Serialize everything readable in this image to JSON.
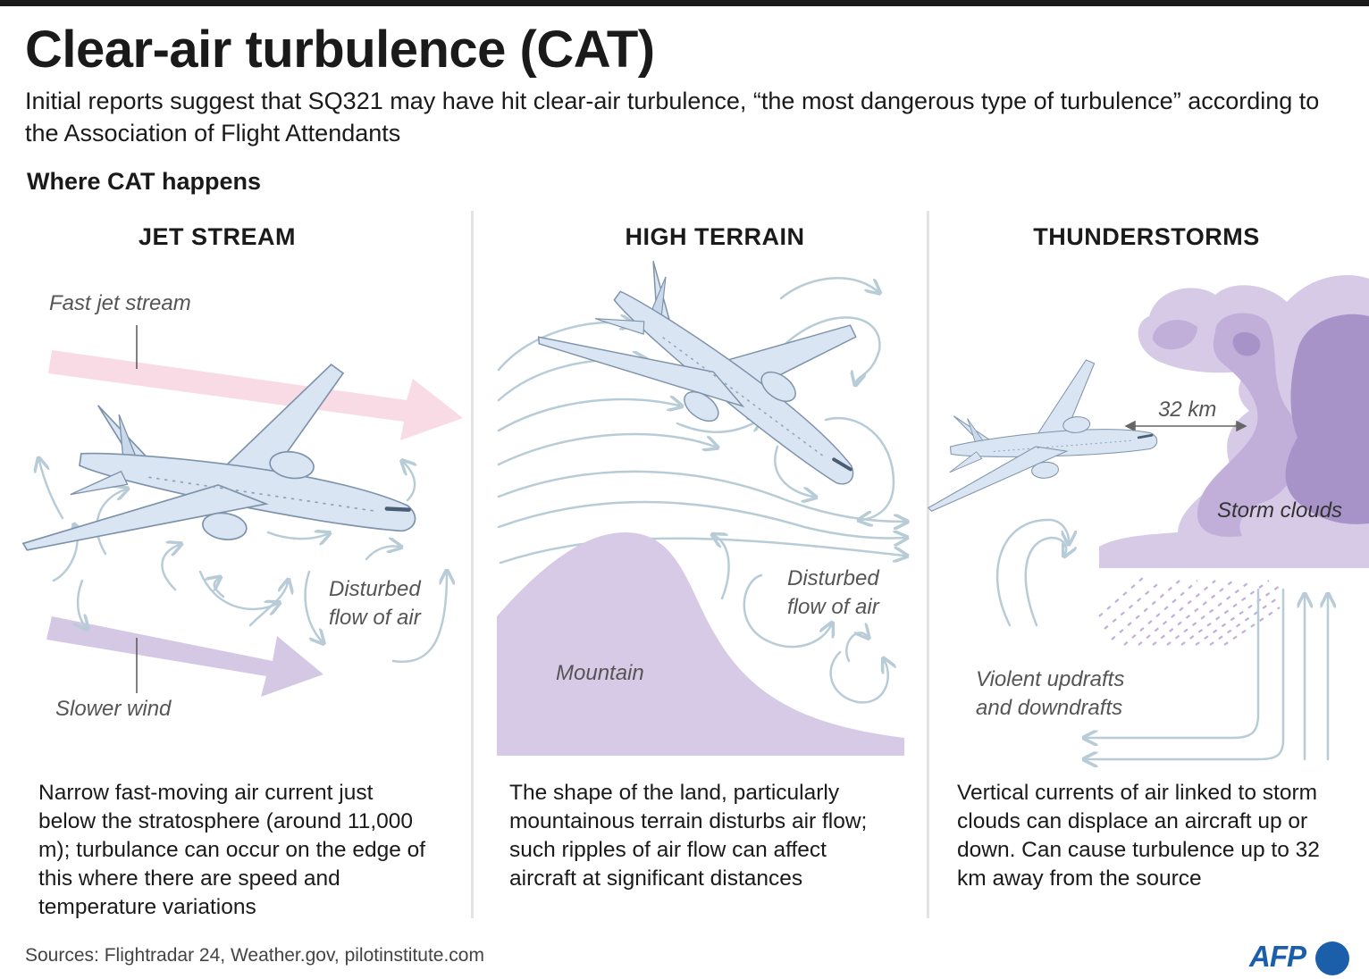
{
  "header": {
    "title": "Clear-air turbulence (CAT)",
    "subtitle": "Initial reports suggest that SQ321 may have hit clear-air turbulence, “the most dangerous type of turbulence” according to the Association of Flight Attendants",
    "section_label": "Where CAT happens"
  },
  "panels": [
    {
      "title": "JET STREAM",
      "labels": {
        "fast": "Fast jet stream",
        "slow": "Slower wind",
        "disturbed_1": "Disturbed",
        "disturbed_2": "flow of air"
      },
      "description": "Narrow fast-moving air current just below the stratosphere (around 11,000 m); turbulance can occur on the edge of this where there are speed and temperature variations"
    },
    {
      "title": "HIGH TERRAIN",
      "labels": {
        "mountain": "Mountain",
        "disturbed_1": "Disturbed",
        "disturbed_2": "flow of air"
      },
      "description": "The shape of the land, particularly mountainous terrain disturbs air flow; such ripples of air flow can affect aircraft at significant distances"
    },
    {
      "title": "THUNDERSTORMS",
      "labels": {
        "distance": "32 km",
        "storm": "Storm clouds",
        "drafts_1": "Violent updrafts",
        "drafts_2": "and downdrafts"
      },
      "description": "Vertical currents of air linked to storm clouds can displace an aircraft up or down. Can cause turbulence up to 32 km away from the source"
    }
  ],
  "footer": {
    "sources": "Sources: Flightradar 24, Weather.gov, pilotinstitute.com",
    "logo": "AFP"
  },
  "colors": {
    "fast_stream": "#f9dbe5",
    "slow_wind": "#d5c8e5",
    "mountain": "#d6cae6",
    "storm_light": "#d6cae6",
    "storm_mid": "#c1afd9",
    "storm_dark": "#a893c9",
    "aircraft": "#d9e5f3",
    "airflow": "#b8ccd8",
    "brand": "#1b5faa"
  },
  "icons": [
    "aircraft-icon",
    "mountain-icon",
    "storm-cloud-icon",
    "afp-logo-icon"
  ]
}
